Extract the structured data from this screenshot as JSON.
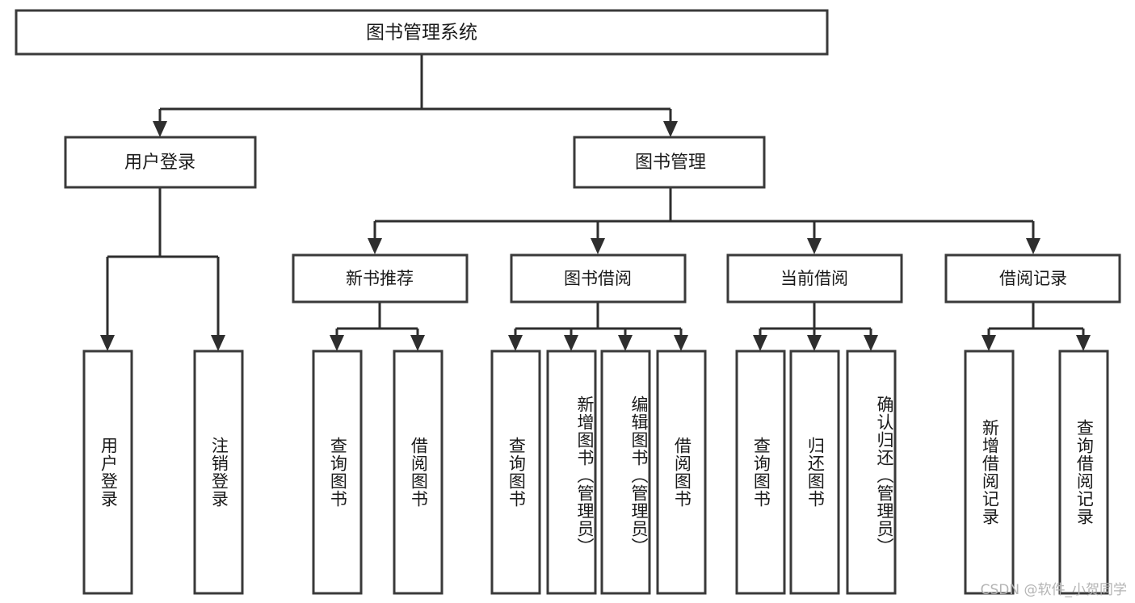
{
  "diagram": {
    "title": "图书管理系统",
    "type": "tree-hierarchy-diagram",
    "colors": {
      "box_stroke": "#3a3a3a",
      "connector": "#2e2e2e",
      "box_fill": "#ffffff",
      "text": "#1a1a1a",
      "watermark": "#b4b4b4"
    },
    "root": {
      "label": "图书管理系统"
    },
    "level2": [
      {
        "label": "用户登录"
      },
      {
        "label": "图书管理"
      }
    ],
    "level3": [
      {
        "label": "新书推荐"
      },
      {
        "label": "图书借阅"
      },
      {
        "label": "当前借阅"
      },
      {
        "label": "借阅记录"
      }
    ],
    "leaves": {
      "user_login": [
        {
          "label": "用户登录"
        },
        {
          "label": "注销登录"
        }
      ],
      "new_book_recommend": [
        {
          "label": "查询图书"
        },
        {
          "label": "借阅图书"
        }
      ],
      "book_borrow": [
        {
          "label": "查询图书"
        },
        {
          "label": "新增图书（管理员）"
        },
        {
          "label": "编辑图书（管理员）"
        },
        {
          "label": "借阅图书"
        }
      ],
      "current_borrow": [
        {
          "label": "查询图书"
        },
        {
          "label": "归还图书"
        },
        {
          "label": "确认归还（管理员）"
        }
      ],
      "borrow_records": [
        {
          "label": "新增借阅记录"
        },
        {
          "label": "查询借阅记录"
        }
      ]
    }
  },
  "watermark": {
    "text": "CSDN @软件_小贺同学"
  }
}
